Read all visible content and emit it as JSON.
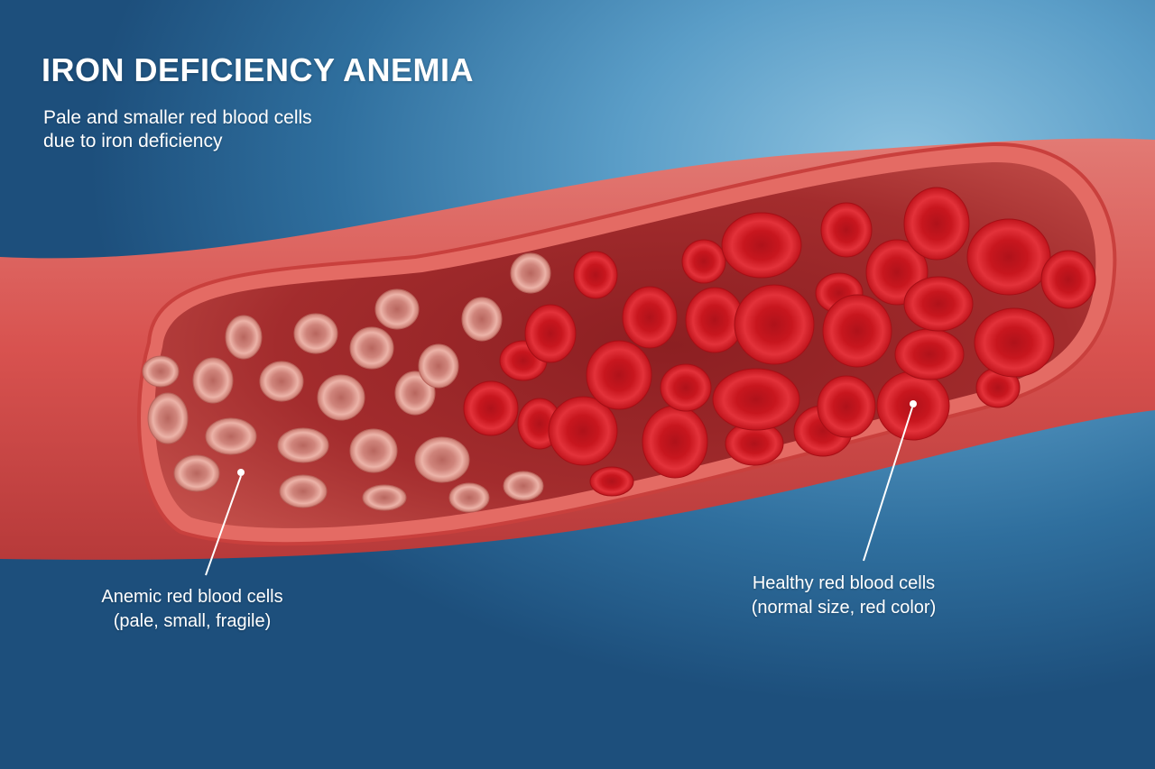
{
  "header": {
    "title": "IRON DEFICIENCY ANEMIA",
    "subtitle_line1": "Pale and smaller red blood cells",
    "subtitle_line2": "due to iron deficiency"
  },
  "labels": {
    "anemic": {
      "line1": "Anemic red blood cells",
      "line2": "(pale, small, fragile)"
    },
    "healthy": {
      "line1": "Healthy red blood cells",
      "line2": "(normal size, red color)"
    }
  },
  "colors": {
    "background_light": "#8ec3e0",
    "background_dark": "#1d4f7c",
    "vessel_wall": "#d8524f",
    "vessel_inner": "#9e2a2b",
    "healthy_cell": "#d81f26",
    "anemic_cell": "#d98c84",
    "text": "#ffffff"
  }
}
